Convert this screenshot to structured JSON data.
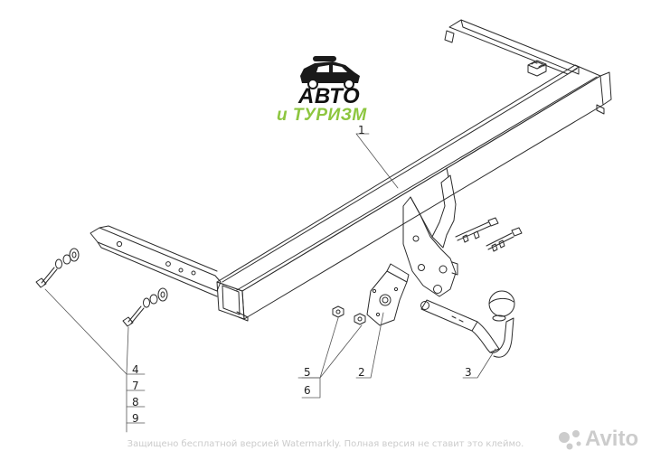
{
  "logo": {
    "line1": "АВТО",
    "line2": "и ТУРИЗМ",
    "icon": "car-with-roof-box-icon",
    "accent_color": "#8dc63f"
  },
  "callouts": {
    "part1": "1",
    "part2": "2",
    "part3": "3",
    "part4": "4",
    "part5": "5",
    "part6": "6",
    "part7": "7",
    "part8": "8",
    "part9": "9"
  },
  "watermark": {
    "text": "Защищено бесплатной версией Watermarkly. Полная версия не ставит это клеймо.",
    "brand": "Avito"
  },
  "colors": {
    "line": "#2b2b2b",
    "leader": "#555555"
  }
}
